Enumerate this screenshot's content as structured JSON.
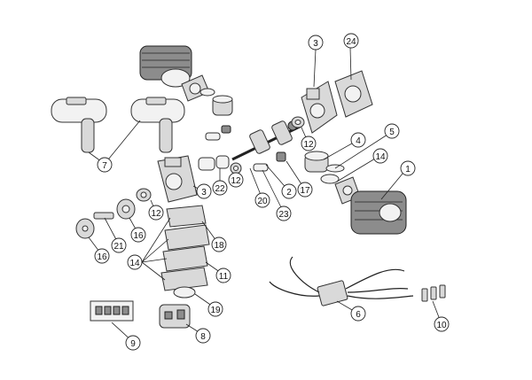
{
  "callouts": {
    "c1": "1",
    "c2": "2",
    "c3a": "3",
    "c3b": "3",
    "c4": "4",
    "c5": "5",
    "c6": "6",
    "c7": "7",
    "c8": "8",
    "c9": "9",
    "c10": "10",
    "c11": "11",
    "c12a": "12",
    "c12b": "12",
    "c12c": "12",
    "c14a": "14",
    "c14b": "14",
    "c16a": "16",
    "c16b": "16",
    "c17": "17",
    "c18": "18",
    "c19": "19",
    "c20": "20",
    "c21": "21",
    "c22": "22",
    "c23": "23",
    "c24": "24"
  }
}
